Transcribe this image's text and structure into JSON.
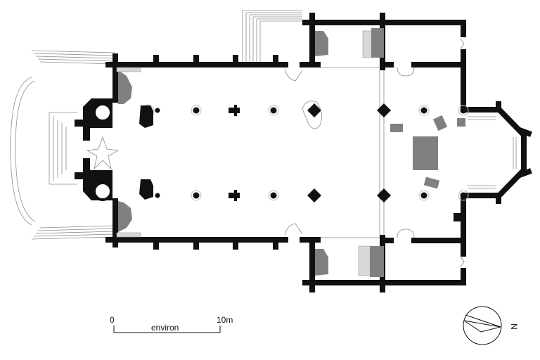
{
  "scale_bar": {
    "start_label": "0",
    "end_label": "10m",
    "caption": "environ"
  },
  "north_arrow": {
    "label": "N"
  },
  "colors": {
    "walls": "#111111",
    "furnishings": "#808080",
    "thin_lines": "#8c8c8c",
    "background": "#ffffff"
  }
}
